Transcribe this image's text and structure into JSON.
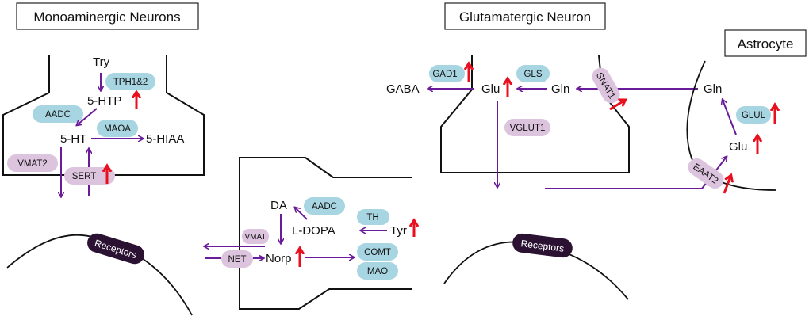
{
  "titles": {
    "monoaminergic": "Monoaminergic Neurons",
    "glutamatergic": "Glutamatergic Neuron",
    "astrocyte": "Astrocyte"
  },
  "serotonin": {
    "try": "Try",
    "htp": "5-HTP",
    "ht": "5-HT",
    "hiaa": "5-HIAA",
    "enzymes": {
      "tph": "TPH1&2",
      "aadc": "AADC",
      "maoa": "MAOA"
    },
    "transporters": {
      "vmat2": "VMAT2",
      "sert": "SERT"
    },
    "upregulated": [
      "5-HTP",
      "SERT"
    ]
  },
  "norepinephrine": {
    "da": "DA",
    "ldopa": "L-DOPA",
    "tyr": "Tyr",
    "norp": "Norp",
    "enzymes": {
      "aadc": "AADC",
      "th": "TH",
      "comt": "COMT",
      "mao": "MAO"
    },
    "transporters": {
      "vmat": "VMAT",
      "net": "NET"
    },
    "upregulated": [
      "Tyr",
      "Norp"
    ]
  },
  "glutamate": {
    "gaba": "GABA",
    "glu": "Glu",
    "gln": "Gln",
    "enzymes": {
      "gad1": "GAD1",
      "gls": "GLS"
    },
    "transporters": {
      "vglut1": "VGLUT1",
      "snat1": "SNAT1"
    },
    "upregulated": [
      "GAD1",
      "Glu",
      "SNAT1"
    ]
  },
  "astro": {
    "gln": "Gln",
    "glu": "Glu",
    "enzymes": {
      "glul": "GLUL"
    },
    "transporters": {
      "eaat2": "EAAT2"
    },
    "upregulated": [
      "GLUL",
      "Glu",
      "EAAT2"
    ]
  },
  "receptors": {
    "left": "Receptors",
    "right": "Receptors"
  },
  "colors": {
    "pathway": "#6a1b9a",
    "enzyme": "#a8d5e2",
    "transporter": "#dcc3de",
    "receptor": "#2b1233",
    "upregulation": "#e8101e"
  }
}
